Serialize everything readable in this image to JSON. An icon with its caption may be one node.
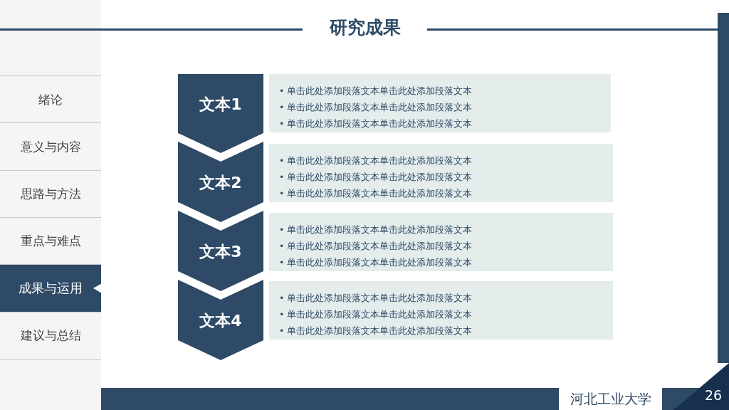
{
  "diagram": {
    "title": "研究成果",
    "nodes": [
      {
        "text": [
          "绪论"
        ]
      },
      {
        "text": [
          "意义与内容"
        ]
      },
      {
        "text": [
          "思路与方法"
        ]
      },
      {
        "text": [
          "重点与难点"
        ]
      },
      {
        "text": [
          "成果与运用"
        ]
      },
      {
        "text": [
          "建议与总结"
        ]
      },
      {
        "text": [
          "文本1"
        ]
      },
      {
        "text": [
          "• 单击此处添加段落文本单击此处添加段落文本",
          "• 单击此处添加段落文本单击此处添加段落文本",
          "• 单击此处添加段落文本单击此处添加段落文本"
        ]
      },
      {
        "text": [
          "文本2"
        ]
      },
      {
        "text": [
          "• 单击此处添加段落文本单击此处添加段落文本",
          "• 单击此处添加段落文本单击此处添加段落文本",
          "• 单击此处添加段落文本单击此处添加段落文本"
        ]
      },
      {
        "text": [
          "文本3"
        ]
      },
      {
        "text": [
          "• 单击此处添加段落文本单击此处添加段落文本",
          "• 单击此处添加段落文本单击此处添加段落文本",
          "• 单击此处添加段落文本单击此处添加段落文本"
        ]
      },
      {
        "text": [
          "文本4"
        ]
      },
      {
        "text": [
          "• 单击此处添加段落文本单击此处添加段落文本",
          "• 单击此处添加段落文本单击此处添加段落文本",
          "• 单击此处添加段落文本单击此处添加段落文本"
        ]
      }
    ],
    "labels": [
      "河北工业大学",
      "26"
    ]
  }
}
